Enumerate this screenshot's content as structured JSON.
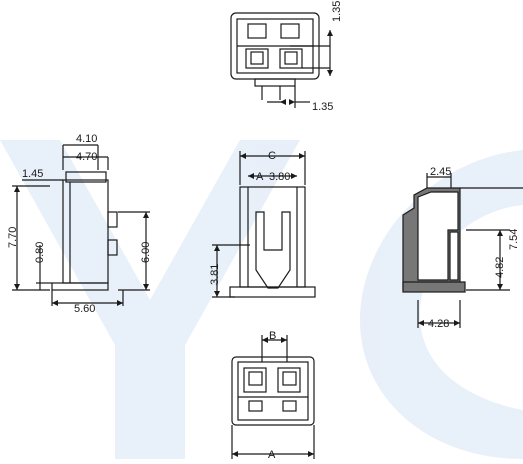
{
  "colors": {
    "watermark": "#e6eef8",
    "line": "#1a1a1a",
    "fill": "#777777"
  },
  "watermark": {
    "text": "YC"
  },
  "dimensions": {
    "top_view": {
      "dim_right": "1.35",
      "dim_bottom": "1.35"
    },
    "left_view": {
      "w1": "4.10",
      "w2": "4.70",
      "h_top": "1.45",
      "height": "7.70",
      "base": "0.80",
      "mid": "6.00",
      "width": "5.60"
    },
    "front_view": {
      "c": "C",
      "a_pitch": "A",
      "pitch": "3.80",
      "h": "3.81"
    },
    "right_view": {
      "top": "2.45",
      "h1": "4.82",
      "h2": "7.54",
      "w": "4.28"
    },
    "bottom_view": {
      "b": "B",
      "a": "A"
    }
  }
}
